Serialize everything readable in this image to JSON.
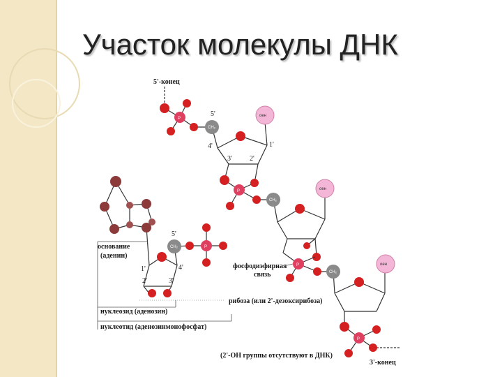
{
  "slide": {
    "title": "Участок молекулы ДНК"
  },
  "colors": {
    "strip": "#f3e7c5",
    "oxygen": "#d42020",
    "phosphorus": "#e04060",
    "carbon": "#8a8a8a",
    "base": "#f4b6d6",
    "purine_atom": "#8c3a3a"
  },
  "diagram": {
    "five_prime_end": "5'-конец",
    "three_prime_end": "3'-конец",
    "base_symbol": "оен",
    "carbon_group": "CH₂",
    "phosphorus_symbol": "P",
    "base_caption_1": "основание",
    "base_caption_2": "(аденин)",
    "phosphodiester_1": "фосфодиэфирная",
    "phosphodiester_2": "связь",
    "ribose_caption": "рибоза (или 2'-дезоксирибоза)",
    "nucleoside_caption": "нуклеозид (аденозин)",
    "nucleotide_caption": "нуклеотид (аденозинмонофосфат)",
    "oh_note": "(2'-OH группы отсутствуют в ДНК)",
    "carbon_positions": {
      "c5": "5'",
      "c4": "4'",
      "c3": "3'",
      "c2": "2'",
      "c1": "1'"
    }
  }
}
